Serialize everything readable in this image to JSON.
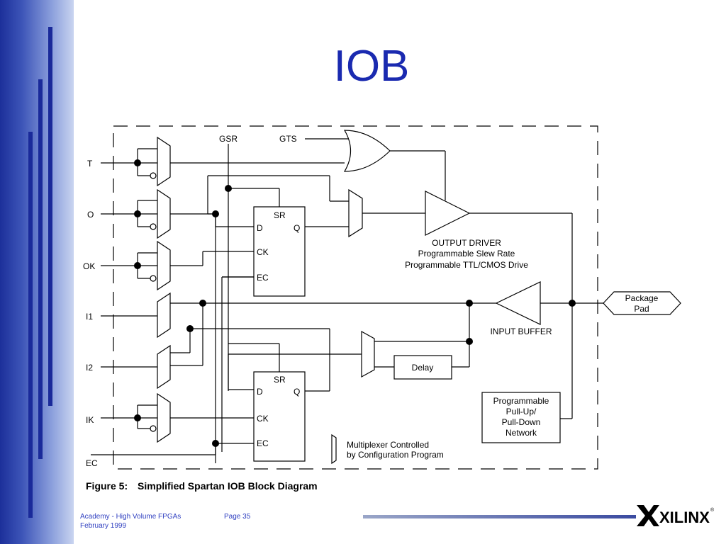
{
  "slide": {
    "title": "IOB"
  },
  "diagram": {
    "signals": {
      "gsr": "GSR",
      "gts": "GTS",
      "t": "T",
      "o": "O",
      "ok": "OK",
      "i1": "I1",
      "i2": "I2",
      "ik": "IK",
      "ec": "EC"
    },
    "flipflop_top": {
      "sr": "SR",
      "d": "D",
      "q": "Q",
      "ck": "CK",
      "ec": "EC"
    },
    "flipflop_bottom": {
      "sr": "SR",
      "d": "D",
      "q": "Q",
      "ck": "CK",
      "ec": "EC"
    },
    "output_driver": [
      "OUTPUT DRIVER",
      "Programmable Slew Rate",
      "Programmable TTL/CMOS Drive"
    ],
    "input_buffer": "INPUT BUFFER",
    "package_pad": [
      "Package",
      "Pad"
    ],
    "delay": "Delay",
    "pull_network": [
      "Programmable",
      "Pull-Up/",
      "Pull-Down",
      "Network"
    ],
    "legend": [
      "Multiplexer Controlled",
      "by Configuration Program"
    ],
    "caption_label": "Figure 5:",
    "caption_text": "Simplified Spartan IOB Block Diagram"
  },
  "footer": {
    "course": "Academy - High Volume FPGAs",
    "date": "February 1999",
    "page": "Page 35",
    "brand": "XILINX",
    "registered": "®"
  },
  "colors": {
    "accent": "#1a2ab0",
    "band_dark": "#1c2f9a",
    "footer_text": "#3040c0"
  }
}
